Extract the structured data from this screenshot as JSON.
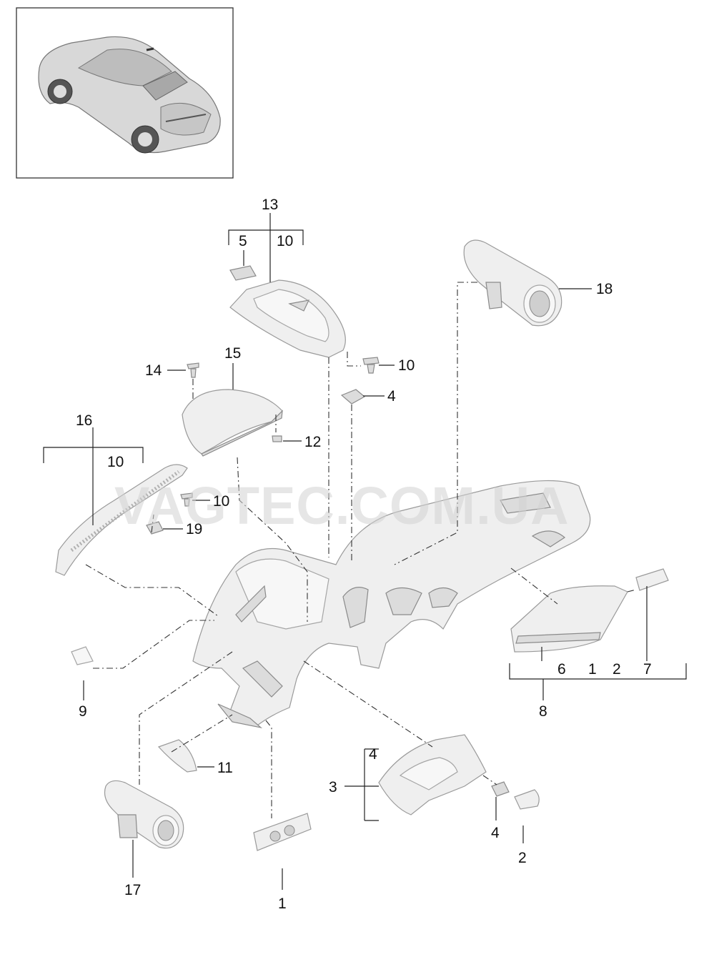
{
  "watermark": "VAGTEC.COM.UA",
  "callouts": {
    "c13": "13",
    "c5": "5",
    "c10_top": "10",
    "c18": "18",
    "c14": "14",
    "c15": "15",
    "c10_mid": "10",
    "c4_mid": "4",
    "c12": "12",
    "c16": "16",
    "c10_left": "10",
    "c10_wm": "10",
    "c19": "19",
    "c9": "9",
    "c6": "6",
    "c1_grp": "1",
    "c2_grp": "2",
    "c7": "7",
    "c8": "8",
    "c11": "11",
    "c4_grp": "4",
    "c3": "3",
    "c4_low": "4",
    "c2": "2",
    "c17": "17",
    "c1": "1"
  },
  "icons": {
    "thumbnail": "car-overview-icon",
    "dashboard": "dashboard-carrier",
    "vent": "air-vent-icon"
  },
  "colors": {
    "part_fill": "#efefef",
    "part_stroke": "#9a9a9a",
    "watermark": "#d2d2d2"
  }
}
